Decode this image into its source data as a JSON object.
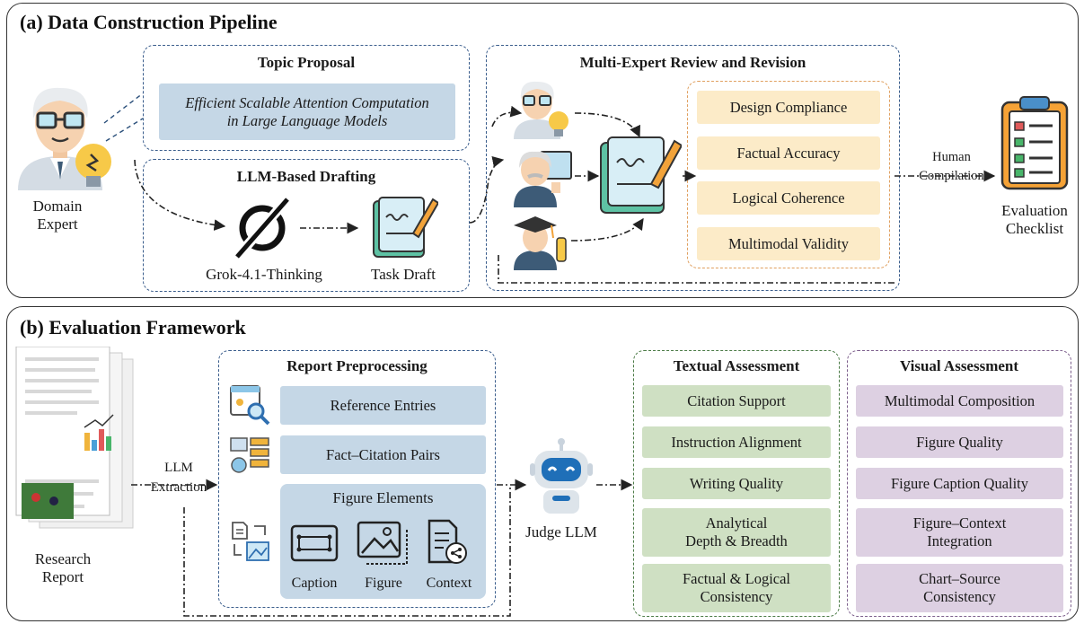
{
  "panel_a": {
    "title": "(a) Data Construction Pipeline",
    "domain_expert": [
      "Domain",
      "Expert"
    ],
    "topic_proposal": {
      "title": "Topic Proposal",
      "topic": [
        "Efficient Scalable Attention Computation",
        "in Large Language Models"
      ]
    },
    "llm_drafting": {
      "title": "LLM-Based Drafting",
      "model": "Grok-4.1-Thinking",
      "draft": "Task Draft"
    },
    "review": {
      "title": "Multi-Expert Review and Revision",
      "criteria": [
        "Design Compliance",
        "Factual Accuracy",
        "Logical Coherence",
        "Multimodal Validity"
      ]
    },
    "human_compilation": [
      "Human",
      "Compilation"
    ],
    "checklist": [
      "Evaluation",
      "Checklist"
    ]
  },
  "panel_b": {
    "title": "(b) Evaluation Framework",
    "research_report": [
      "Research",
      "Report"
    ],
    "llm_extraction": [
      "LLM",
      "Extraction"
    ],
    "preprocessing": {
      "title": "Report Preprocessing",
      "items": [
        "Reference Entries",
        "Fact–Citation Pairs"
      ],
      "figure_elements": {
        "title": "Figure Elements",
        "parts": [
          "Caption",
          "Figure",
          "Context"
        ]
      }
    },
    "judge": "Judge LLM",
    "textual": {
      "title": "Textual Assessment",
      "items": [
        [
          "Citation Support"
        ],
        [
          "Instruction Alignment"
        ],
        [
          "Writing Quality"
        ],
        [
          "Analytical",
          "Depth & Breadth"
        ],
        [
          "Factual & Logical",
          "Consistency"
        ]
      ]
    },
    "visual": {
      "title": "Visual Assessment",
      "items": [
        [
          "Multimodal Composition"
        ],
        [
          "Figure Quality"
        ],
        [
          "Figure Caption Quality"
        ],
        [
          "Figure–Context",
          "Integration"
        ],
        [
          "Chart–Source",
          "Consistency"
        ]
      ]
    }
  }
}
